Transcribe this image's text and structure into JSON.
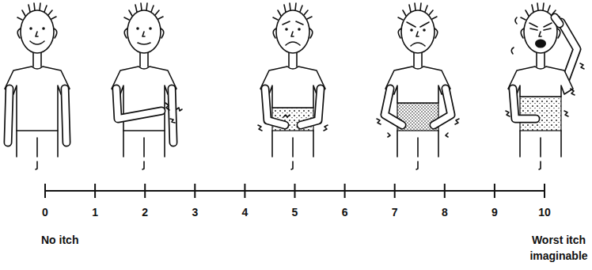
{
  "diagram": {
    "labels": [
      "0",
      "1",
      "2",
      "3",
      "4",
      "5",
      "6",
      "7",
      "8",
      "9",
      "10",
      "No itch",
      "Worst itch imaginable"
    ]
  }
}
